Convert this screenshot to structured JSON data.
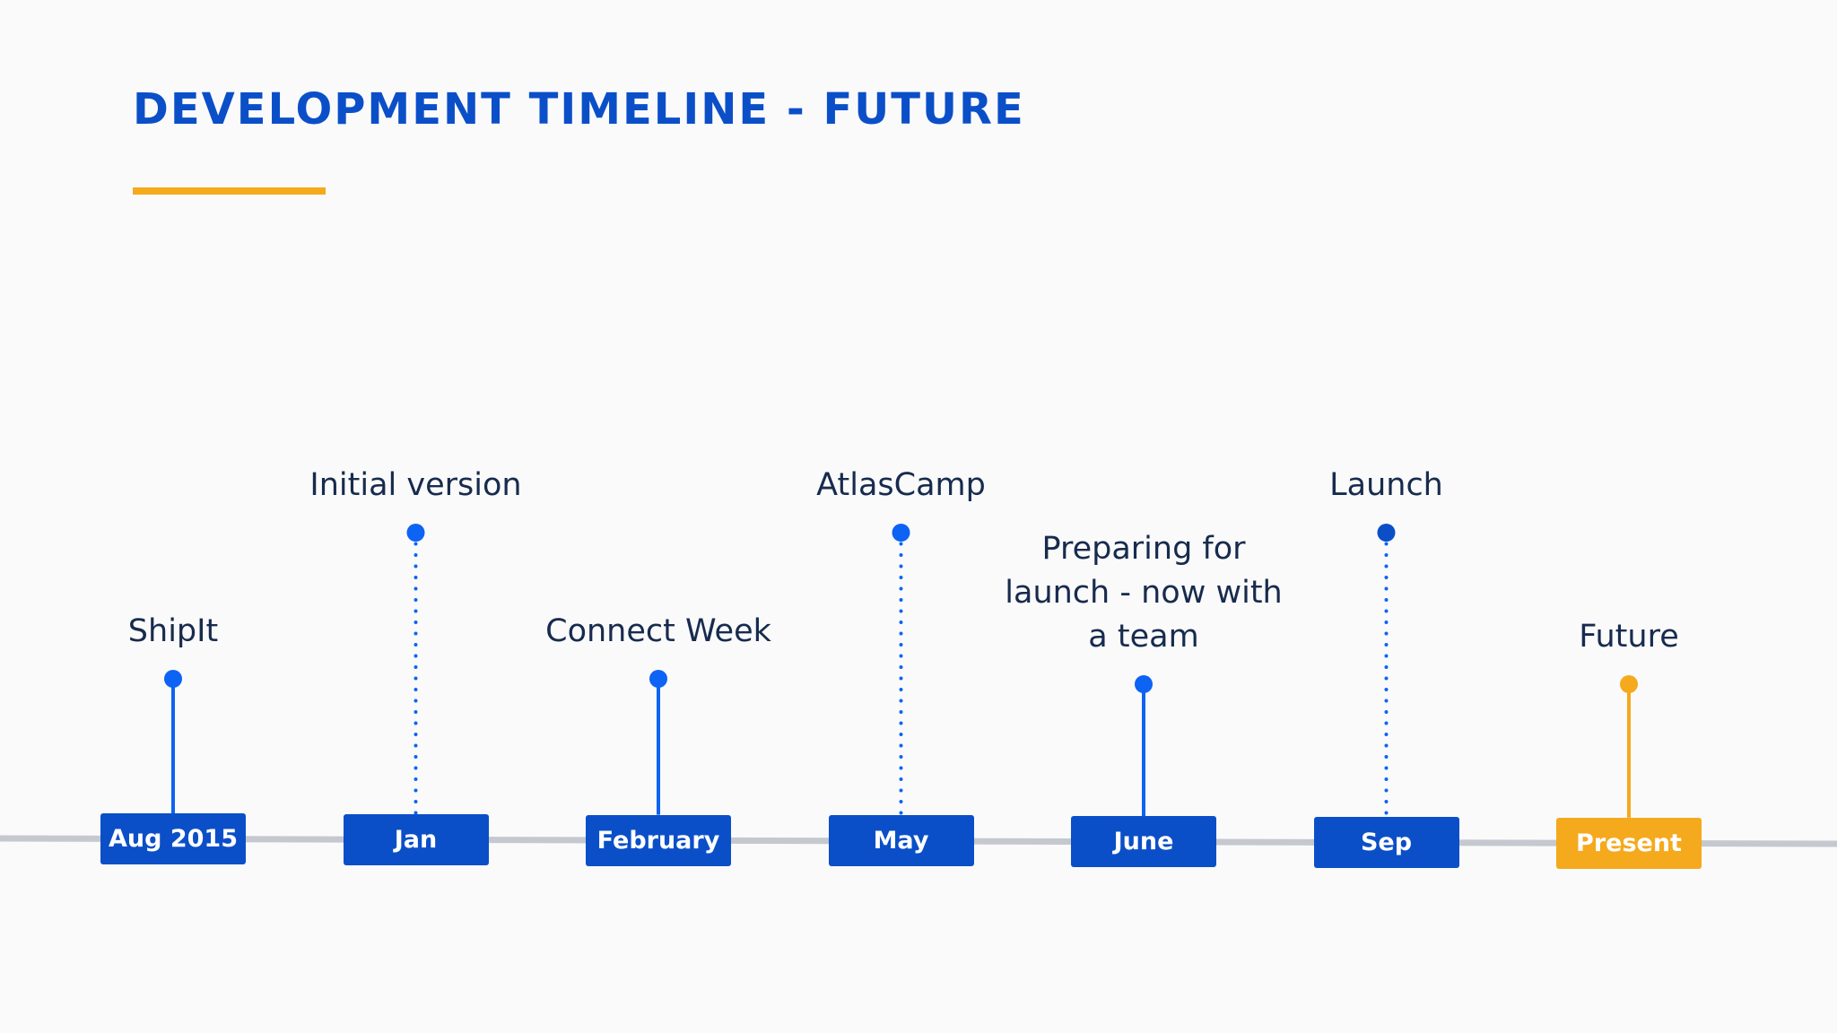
{
  "slide": {
    "title": "DEVELOPMENT TIMELINE - FUTURE"
  },
  "colors": {
    "primary_blue": "#0b4fc8",
    "stem_blue": "#0d63f3",
    "accent_yellow": "#f5a91d",
    "axis_gray": "#c5c8cf",
    "text_dark": "#172b4d"
  },
  "timeline": {
    "events": [
      {
        "date": "Aug 2015",
        "label": "ShipIt",
        "style": "solid",
        "color": "blue"
      },
      {
        "date": "Jan",
        "label": "Initial version",
        "style": "dotted",
        "color": "blue"
      },
      {
        "date": "February",
        "label": "Connect Week",
        "style": "solid",
        "color": "blue"
      },
      {
        "date": "May",
        "label": "AtlasCamp",
        "style": "dotted",
        "color": "blue"
      },
      {
        "date": "June",
        "label": "Preparing for\nlaunch - now with\na team",
        "style": "solid",
        "color": "blue"
      },
      {
        "date": "Sep",
        "label": "Launch",
        "style": "dotted",
        "color": "blue"
      },
      {
        "date": "Present",
        "label": "Future",
        "style": "solid",
        "color": "yellow"
      }
    ]
  }
}
